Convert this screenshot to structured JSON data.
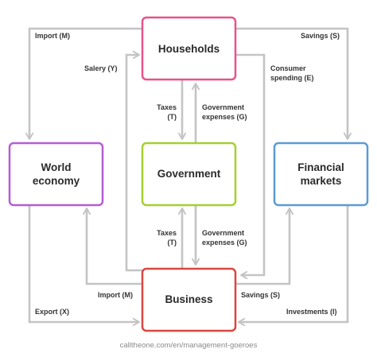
{
  "colors": {
    "households": "#e8528a",
    "world_economy": "#b55cd6",
    "government": "#a6cf2f",
    "financial_markets": "#5b9bd5",
    "business": "#d9473f",
    "flow_line": "#c4c4c4"
  },
  "nodes": {
    "households": "Households",
    "world_economy": [
      "World",
      "economy"
    ],
    "government": "Government",
    "financial_markets": [
      "Financial",
      "markets"
    ],
    "business": "Business"
  },
  "edges": {
    "import_top": "Import (M)",
    "savings_top": "Savings (S)",
    "salery": "Salery (Y)",
    "consumer_spending": [
      "Consumer",
      "spending (E)"
    ],
    "taxes_top": [
      "Taxes",
      "(T)"
    ],
    "gov_exp_top": [
      "Government",
      "expenses (G)"
    ],
    "taxes_bottom": [
      "Taxes",
      "(T)"
    ],
    "gov_exp_bottom": [
      "Government",
      "expenses (G)"
    ],
    "import_bottom": "Import (M)",
    "savings_bottom": "Savings (S)",
    "export": "Export (X)",
    "investments": "Investments (I)"
  },
  "footer": "calltheone.com/en/management-goeroes"
}
